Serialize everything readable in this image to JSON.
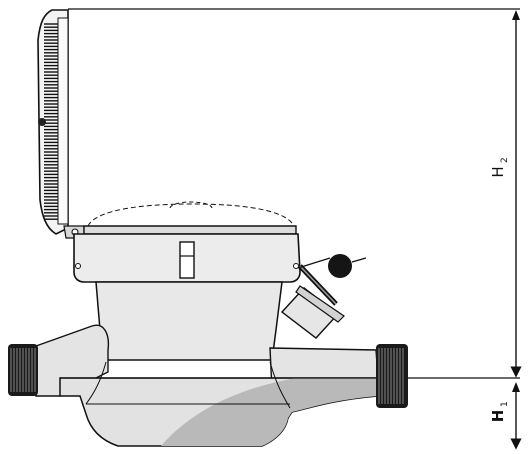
{
  "dimensions": {
    "h2": {
      "letter": "H",
      "subscript": "2"
    },
    "h1": {
      "letter": "H",
      "subscript": "1"
    }
  },
  "colors": {
    "line": "#111111",
    "body_fill": "#e6e6e6",
    "shadow": "#b9b9b9",
    "background": "#ffffff"
  }
}
